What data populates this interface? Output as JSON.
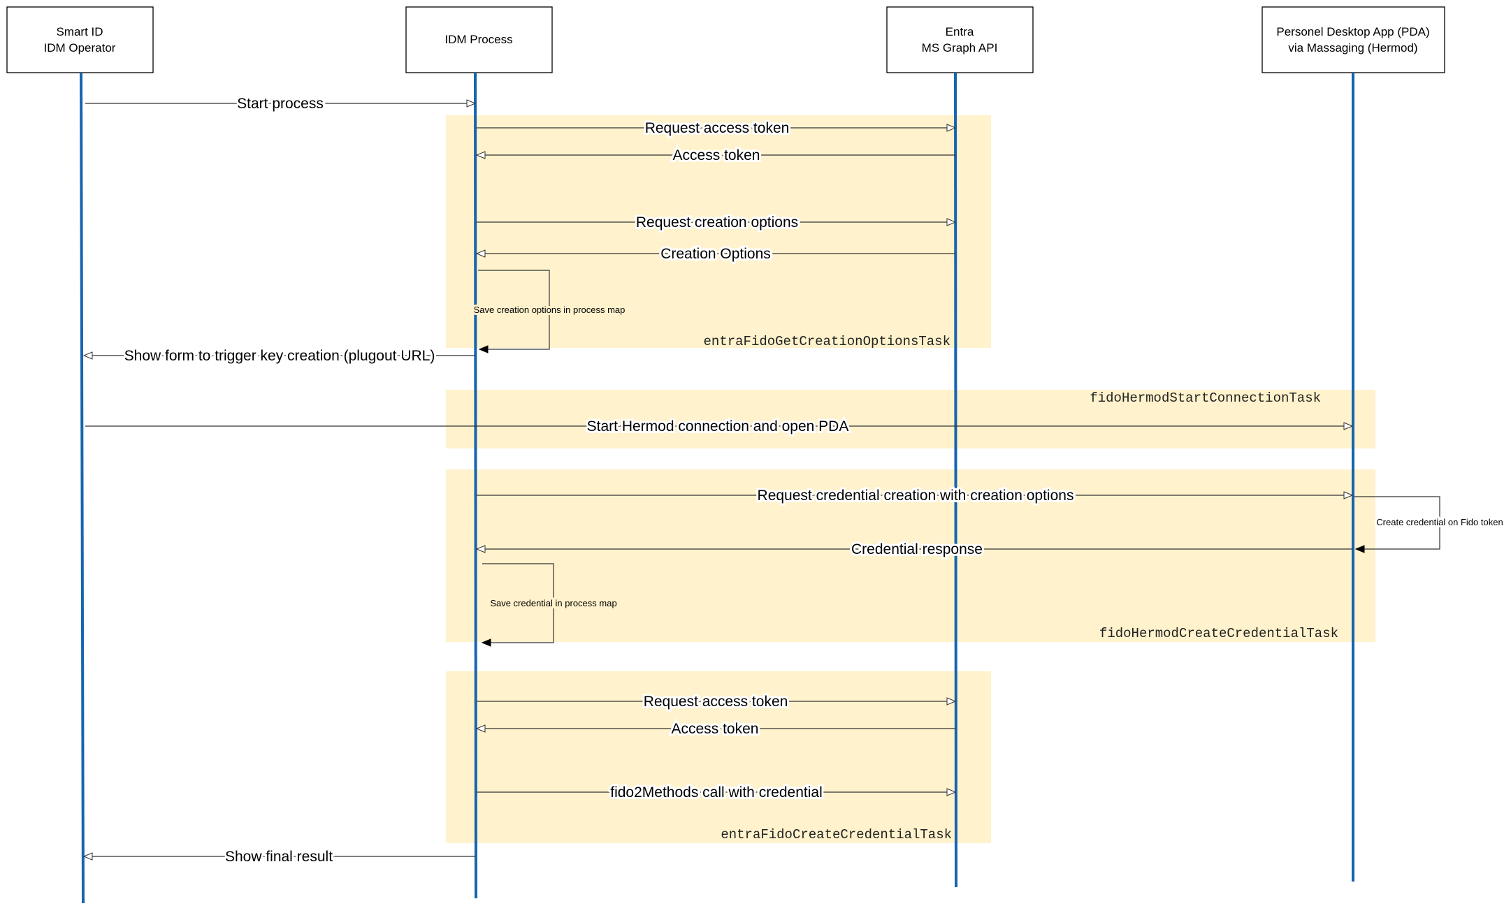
{
  "colors": {
    "lifeline": "#1565b0",
    "frame_fill": "#fff2cc",
    "line": "#333333"
  },
  "actors": [
    {
      "id": "operator",
      "line1": "Smart ID",
      "line2": "IDM Operator"
    },
    {
      "id": "idm",
      "line1": "IDM Process",
      "line2": ""
    },
    {
      "id": "entra",
      "line1": "Entra",
      "line2": "MS Graph API"
    },
    {
      "id": "pda",
      "line1": "Personel Desktop App (PDA)",
      "line2": "via Massaging (Hermod)"
    }
  ],
  "frames": [
    {
      "id": "get-creation-options",
      "label": "entraFidoGetCreationOptionsTask"
    },
    {
      "id": "hermod-start",
      "label": "fidoHermodStartConnectionTask"
    },
    {
      "id": "hermod-create",
      "label": "fidoHermodCreateCredentialTask"
    },
    {
      "id": "create-credential",
      "label": "entraFidoCreateCredentialTask"
    }
  ],
  "messages": [
    {
      "id": "start-process",
      "from": "operator",
      "to": "idm",
      "label": "Start process"
    },
    {
      "id": "request-access-token-1",
      "from": "idm",
      "to": "entra",
      "label": "Request access token"
    },
    {
      "id": "access-token-1",
      "from": "entra",
      "to": "idm",
      "label": "Access token"
    },
    {
      "id": "request-creation-options",
      "from": "idm",
      "to": "entra",
      "label": "Request creation options"
    },
    {
      "id": "creation-options",
      "from": "entra",
      "to": "idm",
      "label": "Creation Options"
    },
    {
      "id": "show-form",
      "from": "idm",
      "to": "operator",
      "label": "Show form to trigger key creation (plugout URL)"
    },
    {
      "id": "start-hermod",
      "from": "operator",
      "to": "pda",
      "label": "Start Hermod connection and open PDA"
    },
    {
      "id": "request-credential-creation",
      "from": "idm",
      "to": "pda",
      "label": "Request credential creation with creation options"
    },
    {
      "id": "credential-response",
      "from": "pda",
      "to": "idm",
      "label": "Credential response"
    },
    {
      "id": "request-access-token-2",
      "from": "idm",
      "to": "entra",
      "label": "Request access token"
    },
    {
      "id": "access-token-2",
      "from": "entra",
      "to": "idm",
      "label": "Access token"
    },
    {
      "id": "fido2methods-call",
      "from": "idm",
      "to": "entra",
      "label": "fido2Methods call with credential"
    },
    {
      "id": "show-final-result",
      "from": "idm",
      "to": "operator",
      "label": "Show final result"
    }
  ],
  "self_messages": [
    {
      "id": "save-creation-options",
      "on": "idm",
      "label": "Save creation options in process map"
    },
    {
      "id": "create-credential-fido",
      "on": "pda",
      "label": "Create credential on Fido token"
    },
    {
      "id": "save-credential",
      "on": "idm",
      "label": "Save credential in process map"
    }
  ]
}
